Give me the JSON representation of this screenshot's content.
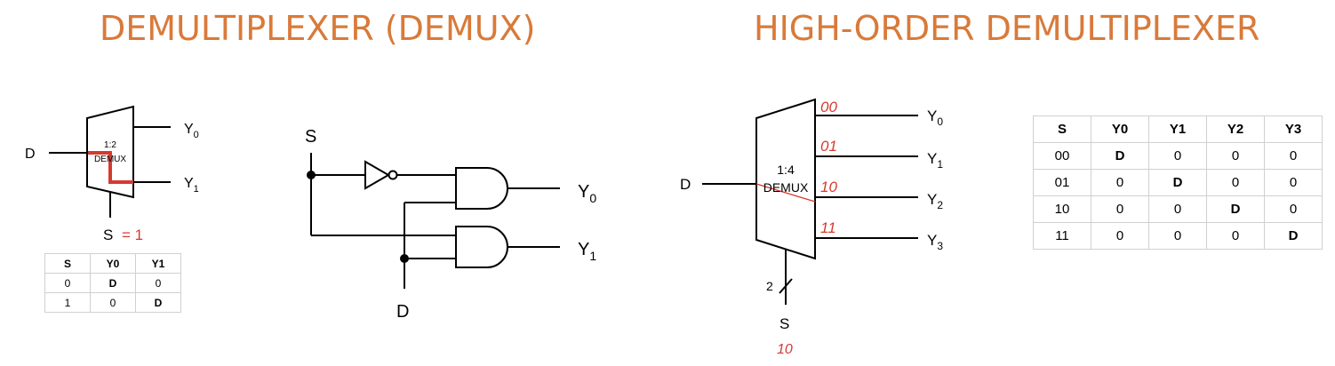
{
  "titles": {
    "left": "DEMULTIPLEXER (DEMUX)",
    "right": "HIGH-ORDER DEMULTIPLEXER"
  },
  "demux_1_2": {
    "block_label_top": "1:2",
    "block_label_bottom": "DEMUX",
    "input": "D",
    "output_0": "Y",
    "output_0_sub": "0",
    "output_1": "Y",
    "output_1_sub": "1",
    "select": "S",
    "select_annotation": "= 1"
  },
  "gate_circuit": {
    "select": "S",
    "data": "D",
    "output_0": "Y",
    "output_0_sub": "0",
    "output_1": "Y",
    "output_1_sub": "1"
  },
  "demux_1_4": {
    "block_label_top": "1:4",
    "block_label_bottom": "DEMUX",
    "input": "D",
    "outputs": [
      {
        "label": "Y",
        "sub": "0",
        "code": "00"
      },
      {
        "label": "Y",
        "sub": "1",
        "code": "01"
      },
      {
        "label": "Y",
        "sub": "2",
        "code": "10"
      },
      {
        "label": "Y",
        "sub": "3",
        "code": "11"
      }
    ],
    "bus_width": "2",
    "select": "S",
    "select_value": "10"
  },
  "truth_table_small": {
    "headers": [
      "S",
      "Y0",
      "Y1"
    ],
    "rows": [
      [
        "0",
        "D",
        "0"
      ],
      [
        "1",
        "0",
        "D"
      ]
    ]
  },
  "truth_table_large": {
    "headers": [
      "S",
      "Y0",
      "Y1",
      "Y2",
      "Y3"
    ],
    "rows": [
      [
        "00",
        "D",
        "0",
        "0",
        "0"
      ],
      [
        "01",
        "0",
        "D",
        "0",
        "0"
      ],
      [
        "10",
        "0",
        "0",
        "D",
        "0"
      ],
      [
        "11",
        "0",
        "0",
        "0",
        "D"
      ]
    ]
  },
  "colors": {
    "title": "#d97a3a",
    "annotation_red": "#d63a2f",
    "wire": "#000000",
    "table_border": "#d0d0d0"
  }
}
